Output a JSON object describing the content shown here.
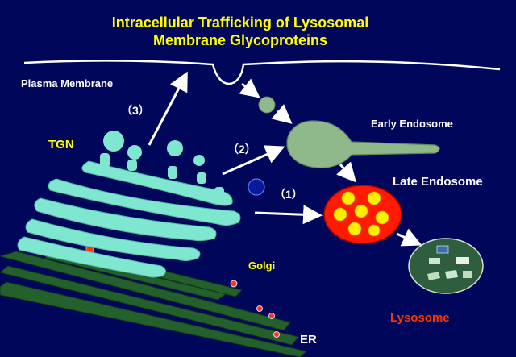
{
  "title": {
    "line1": "Intracellular Trafficking of Lysosomal",
    "line2": "Membrane Glycoproteins"
  },
  "labels": {
    "plasma_membrane": "Plasma Membrane",
    "tgn": "TGN",
    "early_endosome": "Early Endosome",
    "late_endosome": "Late Endosome",
    "golgi": "Golgi",
    "lysosome": "Lysosome",
    "er": "ER"
  },
  "routes": {
    "route_1": "（1）",
    "route_2": "（2）",
    "route_3": "（3）"
  },
  "colors": {
    "background": "#00065a",
    "title": "#ffff00",
    "label": "#ffffff",
    "tgn": "#7fe6cf",
    "early_endosome": "#8fb98a",
    "late_endosome": "#ff1a00",
    "lysosome": "#2f5e3e",
    "lysosome_label": "#ff3300",
    "er": "#24602c",
    "arrow": "#ffffff",
    "golgi_to_tgn_arrow": "#ff3300"
  }
}
